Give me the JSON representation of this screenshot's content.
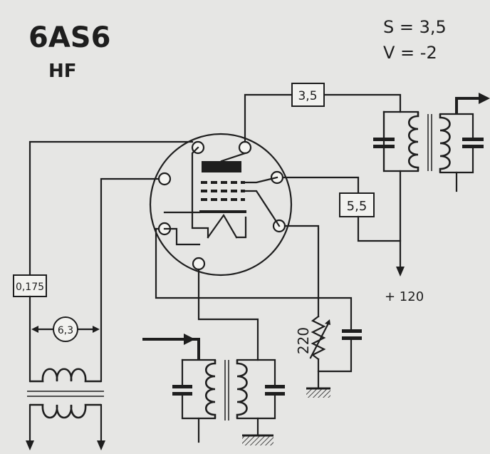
{
  "title": "6AS6",
  "subtitle": "HF",
  "params": {
    "s": "S = 3,5",
    "v": "V = -2"
  },
  "labels": {
    "plate_resistor": "3,5",
    "screen_resistor": "5,5",
    "grid_resistor": "0,175",
    "heater_voltage": "6,3",
    "cathode_resistor": "220",
    "supply": "+ 120"
  },
  "colors": {
    "ink": "#1e1e1e",
    "paper": "#e6e6e4"
  }
}
